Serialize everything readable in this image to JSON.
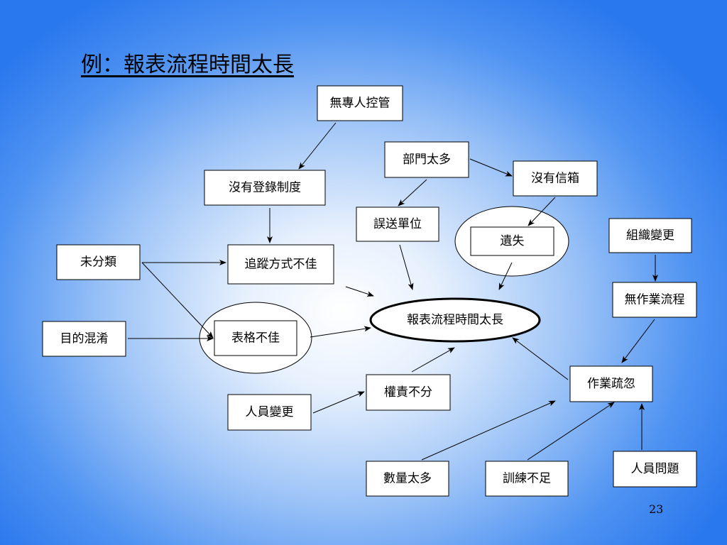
{
  "slide": {
    "title": "例：報表流程時間太長",
    "page_number": "23"
  },
  "diagram": {
    "nodes": [
      {
        "id": "no-owner",
        "label": "無專人控管"
      },
      {
        "id": "no-registration",
        "label": "沒有登錄制度"
      },
      {
        "id": "too-many-depts",
        "label": "部門太多"
      },
      {
        "id": "no-mailbox",
        "label": "沒有信箱"
      },
      {
        "id": "misdelivered",
        "label": "誤送單位"
      },
      {
        "id": "lost",
        "label": "遺失"
      },
      {
        "id": "org-change",
        "label": "組織變更"
      },
      {
        "id": "unclassified",
        "label": "未分類"
      },
      {
        "id": "poor-tracking",
        "label": "追蹤方式不佳"
      },
      {
        "id": "no-procedure",
        "label": "無作業流程"
      },
      {
        "id": "mixed-purpose",
        "label": "目的混淆"
      },
      {
        "id": "poor-form",
        "label": "表格不佳"
      },
      {
        "id": "main-problem",
        "label": "報表流程時間太長"
      },
      {
        "id": "unclear-duty",
        "label": "權責不分"
      },
      {
        "id": "negligence",
        "label": "作業疏忽"
      },
      {
        "id": "staff-change",
        "label": "人員變更"
      },
      {
        "id": "too-much-volume",
        "label": "數量太多"
      },
      {
        "id": "lack-training",
        "label": "訓練不足"
      },
      {
        "id": "staff-issue",
        "label": "人員問題"
      }
    ],
    "edges": [
      {
        "from": "no-owner",
        "to": "no-registration"
      },
      {
        "from": "no-registration",
        "to": "poor-tracking"
      },
      {
        "from": "too-many-depts",
        "to": "misdelivered"
      },
      {
        "from": "too-many-depts",
        "to": "no-mailbox"
      },
      {
        "from": "no-mailbox",
        "to": "lost"
      },
      {
        "from": "unclassified",
        "to": "poor-tracking"
      },
      {
        "from": "unclassified",
        "to": "poor-form"
      },
      {
        "from": "mixed-purpose",
        "to": "poor-form"
      },
      {
        "from": "poor-tracking",
        "to": "main-problem"
      },
      {
        "from": "misdelivered",
        "to": "main-problem"
      },
      {
        "from": "lost",
        "to": "main-problem"
      },
      {
        "from": "poor-form",
        "to": "main-problem"
      },
      {
        "from": "unclear-duty",
        "to": "main-problem"
      },
      {
        "from": "staff-change",
        "to": "unclear-duty"
      },
      {
        "from": "org-change",
        "to": "no-procedure"
      },
      {
        "from": "no-procedure",
        "to": "negligence"
      },
      {
        "from": "negligence",
        "to": "main-problem"
      },
      {
        "from": "too-much-volume",
        "to": "negligence"
      },
      {
        "from": "lack-training",
        "to": "negligence"
      },
      {
        "from": "staff-issue",
        "to": "negligence"
      }
    ]
  }
}
